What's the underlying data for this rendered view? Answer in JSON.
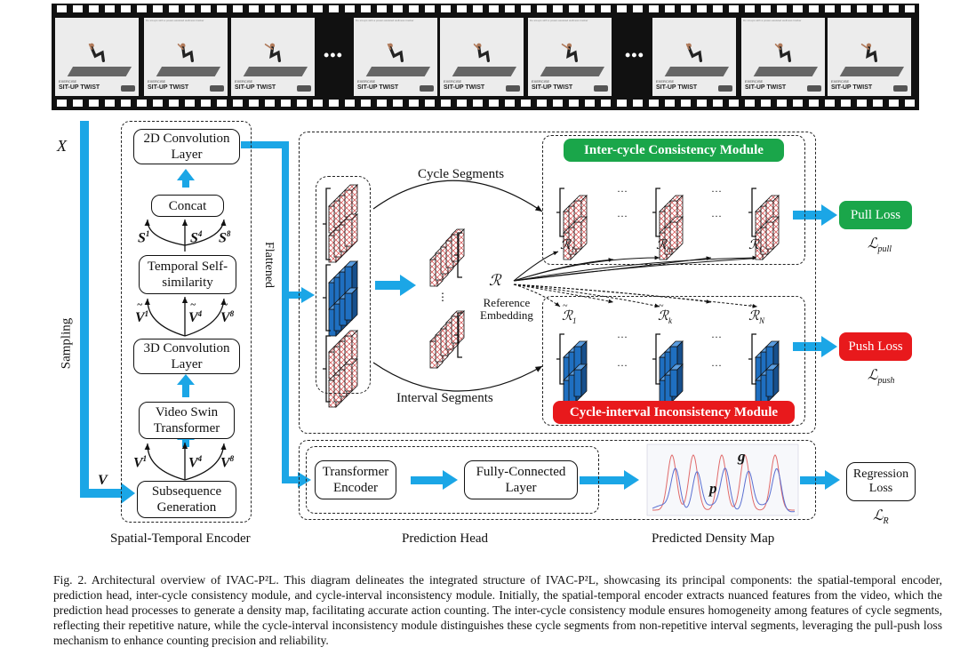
{
  "film": {
    "frame_title": "Do sit-ups with a power-assisted wellness tracker",
    "frame_subtitle": "EXERCISE",
    "frame_label": "SIT-UP TWIST",
    "ellipsis": "•••"
  },
  "labels": {
    "x": "X",
    "v": "V",
    "sampling": "Sampling",
    "flattened": "Flattened",
    "cycle_segments": "Cycle Segments",
    "interval_segments": "Interval Segments",
    "reference_symbol": "ℛ",
    "reference_embedding_1": "Reference",
    "reference_embedding_2": "Embedding",
    "s1": "S",
    "s1_sup": "1",
    "s4": "S",
    "s4_sup": "4",
    "s8": "S",
    "s8_sup": "8",
    "vt1": "V",
    "vt1_sup": "1",
    "vt4": "V",
    "vt4_sup": "4",
    "vt8": "V",
    "vt8_sup": "8",
    "v1": "V",
    "v1_sup": "1",
    "v4": "V",
    "v4_sup": "4",
    "v8": "V",
    "v8_sup": "8",
    "r1": "ℛ",
    "r1_sub": "1",
    "rh": "ℛ",
    "rh_sub": "h",
    "rc": "ℛ",
    "rc_sub": "C",
    "rt1": "ℛ",
    "rt1_sub": "1",
    "rtk": "ℛ",
    "rtk_sub": "k",
    "rtn": "ℛ",
    "rtn_sub": "N",
    "dots_h": "···",
    "dots_v": "⋮",
    "g": "g",
    "p": "p"
  },
  "encoder": {
    "conv2d": "2D Convolution Layer",
    "concat": "Concat",
    "tss": "Temporal Self-similarity",
    "conv3d": "3D Convolution Layer",
    "swin": "Video Swin Transformer",
    "subseq": "Subsequence Generation",
    "title": "Spatial-Temporal Encoder"
  },
  "head": {
    "transformer": "Transformer Encoder",
    "fc": "Fully-Connected Layer",
    "title": "Prediction Head",
    "density_title": "Predicted Density Map"
  },
  "modules": {
    "inter": "Inter-cycle Consistency Module",
    "intra": "Cycle-interval Inconsistency Module",
    "inter_color": "#1aa64a",
    "intra_color": "#e8191c"
  },
  "losses": {
    "pull": "Pull Loss",
    "pull_sym": "ℒ",
    "pull_sub": "pull",
    "push": "Push Loss",
    "push_sym": "ℒ",
    "push_sub": "push",
    "regression": "Regression Loss",
    "reg_sym": "ℒ",
    "reg_sub": "R"
  },
  "colors": {
    "arrow": "#1ba6e6",
    "dark_cube": "#1f6fc0",
    "hatched": "#d14a4a"
  },
  "caption": {
    "text": "Fig. 2.  Architectural overview of IVAC-P²L. This diagram delineates the integrated structure of IVAC-P²L, showcasing its principal components: the spatial-temporal encoder, prediction head, inter-cycle consistency module, and cycle-interval inconsistency module. Initially, the spatial-temporal encoder extracts nuanced features from the video, which the prediction head processes to generate a density map, facilitating accurate action counting. The inter-cycle consistency module ensures homogeneity among features of cycle segments, reflecting their repetitive nature, while the cycle-interval inconsistency module distinguishes these cycle segments from non-repetitive interval segments, leveraging the pull-push loss mechanism to enhance counting precision and reliability."
  }
}
